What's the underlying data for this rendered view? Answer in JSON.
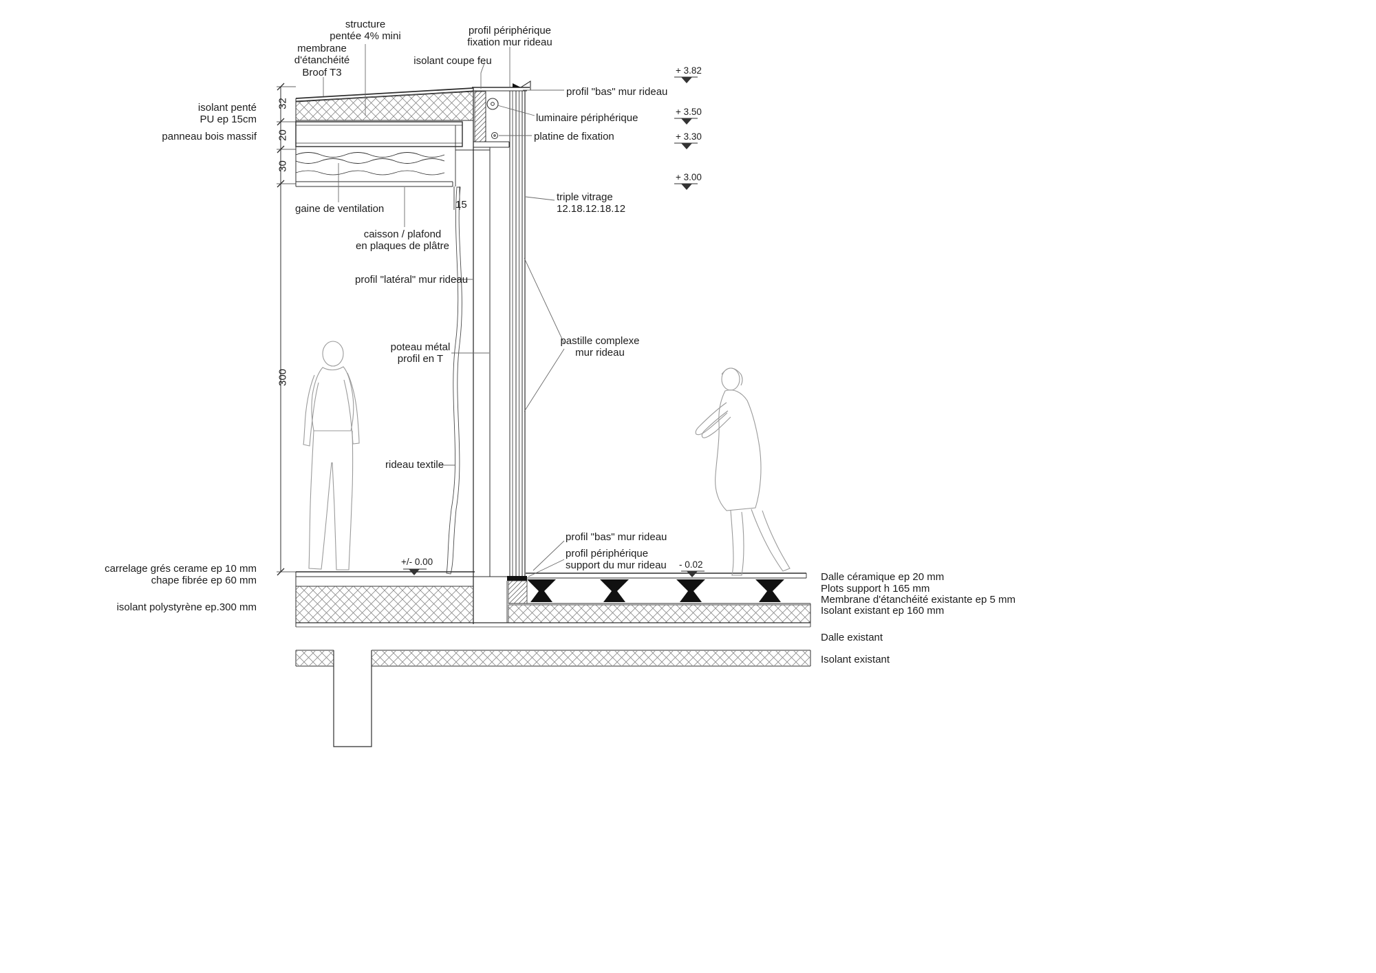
{
  "labels": {
    "structure": "structure\npentée 4% mini",
    "membrane": "membrane\nd'étanchéité\nBroof T3",
    "profil_peripherique_fixation": "profil périphérique\nfixation mur rideau",
    "isolant_coupe_feu": "isolant coupe feu",
    "profil_bas_haut": "profil \"bas\" mur rideau",
    "luminaire": "luminaire périphérique",
    "platine": "platine de fixation",
    "isolant_pente": "isolant penté\nPU ep 15cm",
    "panneau_bois": "panneau bois massif",
    "gaine_ventilation": "gaine de ventilation",
    "caisson": "caisson / plafond\nen plaques de plâtre",
    "profil_lateral": "profil \"latéral\" mur rideau",
    "triple_vitrage": "triple vitrage\n12.18.12.18.12",
    "poteau": "poteau métal\nprofil en T",
    "pastille": "pastille complexe\nmur rideau",
    "rideau_textile": "rideau textile",
    "profil_bas_bas": "profil \"bas\" mur rideau",
    "profil_peripherique_support": "profil périphérique\nsupport du mur rideau",
    "carrelage": "carrelage grés cerame ep 10 mm",
    "chape": "chape fibrée ep 60 mm",
    "isolant_polystyrene": "isolant polystyrène ep.300 mm"
  },
  "legend_right": {
    "dalle_ceramique": "Dalle céramique ep 20 mm",
    "plots_support": "Plots support h 165 mm",
    "membrane_existante": "Membrane d'étanchéité existante ep 5 mm",
    "isolant_existant_160": "Isolant existant ep 160 mm",
    "dalle_existant": "Dalle existant",
    "isolant_existant": "Isolant existant"
  },
  "dimensions": {
    "d32": "32",
    "d20": "20",
    "d30": "30",
    "d300": "300",
    "d15": "15"
  },
  "levels": {
    "p382": "+ 3.82",
    "p350": "+ 3.50",
    "p330": "+ 3.30",
    "p300": "+ 3.00",
    "zero": "+/- 0.00",
    "m002": "- 0.02"
  },
  "colors": {
    "line": "#2e2e2e",
    "hatch": "#8a8a8a",
    "figure": "#9a9a9a",
    "text": "#1c1c1c",
    "background": "#ffffff"
  }
}
